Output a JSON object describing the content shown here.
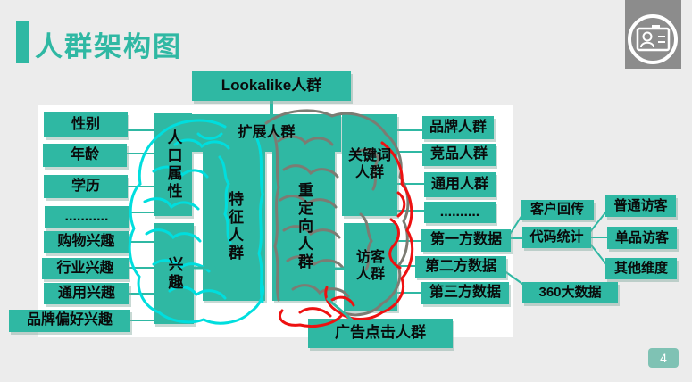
{
  "header": {
    "title": "人群架构图"
  },
  "corner_logo": {
    "icon": "id-card-badge-icon"
  },
  "page_badge": {
    "number": "4"
  },
  "palette": {
    "teal": "#2FB8A3",
    "background": "#ECECEC",
    "diagram_backdrop": "#FFFFFF",
    "brain_left_stroke": "#00DEDE",
    "brain_center_stroke": "#7C7C73",
    "brain_right_stroke": "#EE1111",
    "ribbon_gray": "#8C8C8C",
    "badge_teal": "#7FC2B4"
  },
  "diagram": {
    "lookalike": {
      "label": "Lookalike人群"
    },
    "expand": {
      "label": "扩展人群"
    },
    "feature": {
      "label": "特征人群"
    },
    "retarget": {
      "label": "重定向人群"
    },
    "keyword": {
      "label": "关键词人群"
    },
    "visitor": {
      "label": "访客人群"
    },
    "ad_click": {
      "label": "广告点击人群"
    },
    "demographic": {
      "label": "人口属性",
      "items": [
        {
          "label": "性别"
        },
        {
          "label": "年龄"
        },
        {
          "label": "学历"
        },
        {
          "label": "..........."
        }
      ]
    },
    "interest": {
      "label": "兴趣",
      "items": [
        {
          "label": "购物兴趣"
        },
        {
          "label": "行业兴趣"
        },
        {
          "label": "通用兴趣"
        },
        {
          "label": "品牌偏好兴趣"
        }
      ]
    },
    "keyword_targets": [
      {
        "label": "品牌人群"
      },
      {
        "label": "竞品人群"
      },
      {
        "label": "通用人群"
      },
      {
        "label": ".........."
      }
    ],
    "visitor_sources": [
      {
        "label": "第一方数据"
      },
      {
        "label": "第二方数据"
      },
      {
        "label": "第三方数据"
      }
    ],
    "first_party_children": [
      {
        "label": "客户回传"
      },
      {
        "label": "代码统计"
      }
    ],
    "code_stats_children": [
      {
        "label": "普通访客"
      },
      {
        "label": "单品访客"
      },
      {
        "label": "其他维度"
      }
    ],
    "second_party_children": [
      {
        "label": "360大数据"
      }
    ]
  }
}
